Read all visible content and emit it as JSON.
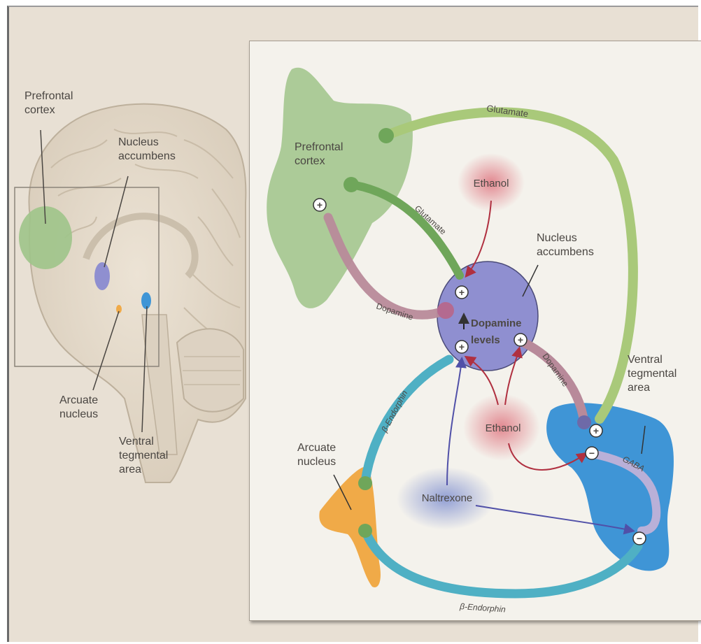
{
  "brain": {
    "prefrontal_cortex": "Prefrontal\ncortex",
    "nucleus_accumbens": "Nucleus\naccumbens",
    "arcuate_nucleus": "Arcuate\nnucleus",
    "ventral_tegmental_area": "Ventral\ntegmental\narea"
  },
  "diagram": {
    "prefrontal_cortex": "Prefrontal\ncortex",
    "nucleus_accumbens": "Nucleus\naccumbens",
    "ventral_tegmental_area": "Ventral\ntegmental\narea",
    "arcuate_nucleus": "Arcuate\nnucleus",
    "dopamine_levels_line1": "Dopamine",
    "dopamine_levels_line2": "levels",
    "up_arrow": "↑",
    "ethanol_top": "Ethanol",
    "ethanol_bottom": "Ethanol",
    "naltrexone": "Naltrexone",
    "glutamate_top": "Glutamate",
    "glutamate_inner": "Glutamate",
    "dopamine_left": "Dopamine",
    "dopamine_right": "Dopamine",
    "gaba": "GABA",
    "beta_endorphin_left": "β-Endorphin",
    "beta_endorphin_bottom": "β-Endorphin",
    "plus": "+",
    "minus": "−"
  },
  "colors": {
    "pfc": "#9fc48a",
    "nac": "#8f8fd0",
    "vta": "#3f95d6",
    "arcuate": "#f0aa48",
    "glutamate_path": "#a9c97a",
    "dopamine_path": "#b88a9a",
    "endorphin_path": "#4fb0c4",
    "ethanol": "#e07c86",
    "naltrexone": "#8090d0"
  }
}
